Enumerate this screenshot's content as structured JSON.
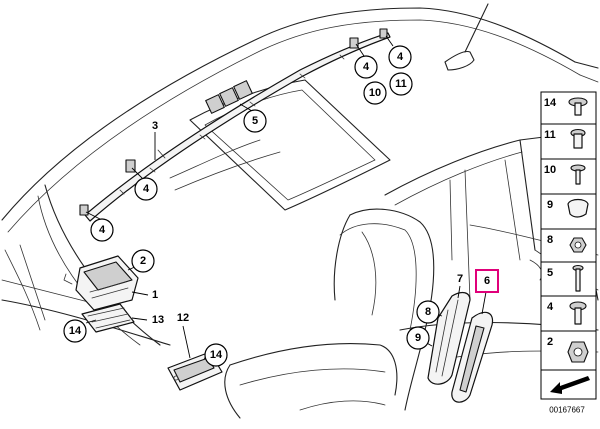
{
  "diagram": {
    "callouts": [
      {
        "id": "c4a",
        "label": "4"
      },
      {
        "id": "c4b",
        "label": "4"
      },
      {
        "id": "c10",
        "label": "10"
      },
      {
        "id": "c11",
        "label": "11"
      },
      {
        "id": "c5",
        "label": "5"
      },
      {
        "id": "c4c",
        "label": "4"
      },
      {
        "id": "c4d",
        "label": "4"
      },
      {
        "id": "c2",
        "label": "2"
      },
      {
        "id": "c14a",
        "label": "14"
      },
      {
        "id": "c14b",
        "label": "14"
      },
      {
        "id": "c8",
        "label": "8"
      },
      {
        "id": "c9",
        "label": "9"
      }
    ],
    "plain_labels": [
      {
        "id": "l3",
        "label": "3"
      },
      {
        "id": "l1",
        "label": "1"
      },
      {
        "id": "l13",
        "label": "13"
      },
      {
        "id": "l12",
        "label": "12"
      },
      {
        "id": "l7",
        "label": "7"
      }
    ],
    "highlighted_label": {
      "label": "6",
      "color": "#e0007a"
    },
    "legend": {
      "rows": [
        "14",
        "11",
        "10",
        "9",
        "8",
        "5",
        "4",
        "2"
      ]
    },
    "diagram_id": "00167667"
  }
}
